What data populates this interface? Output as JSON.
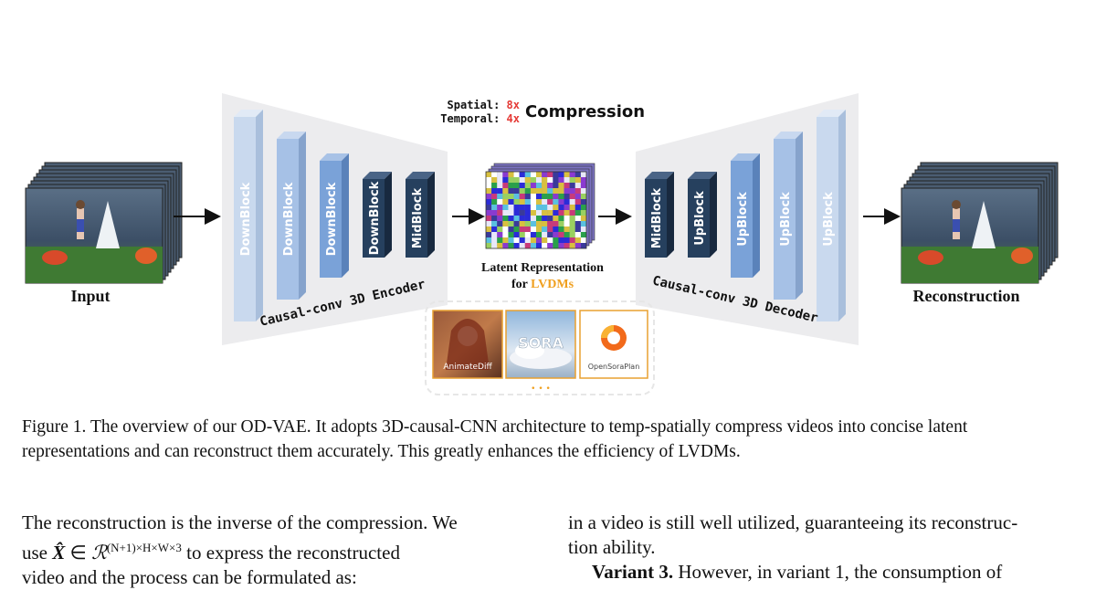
{
  "figure": {
    "input_label": "Input",
    "reconstruction_label": "Reconstruction",
    "encoder": {
      "title": "Causal-conv 3D Encoder",
      "blocks": [
        "DownBlock",
        "DownBlock",
        "DownBlock",
        "DownBlock",
        "MidBlock"
      ]
    },
    "decoder": {
      "title": "Causal-conv 3D Decoder",
      "blocks": [
        "MidBlock",
        "UpBlock",
        "UpBlock",
        "UpBlock",
        "UpBlock"
      ]
    },
    "compression": {
      "spatial_label": "Spatial:",
      "spatial_value": "8x",
      "temporal_label": "Temporal:",
      "temporal_value": "4x",
      "title": "Compression"
    },
    "latent": {
      "line1": "Latent Representation",
      "line2_prefix": "for ",
      "line2_highlight": "LVDMs"
    },
    "models": [
      "AnimateDiff",
      "SORA",
      "OpenSoraPlan"
    ],
    "ellipsis": "• • •",
    "colors": {
      "accent_red": "#e53935",
      "accent_orange": "#f0a020",
      "panel_gray": "#ececee",
      "block_dark": "#26405e",
      "block_mid": "#7aa2d8",
      "block_light": "#c9d9ee"
    }
  },
  "caption": {
    "label": "Figure 1.",
    "text": "The overview of our OD-VAE. It adopts 3D-causal-CNN architecture to temp-spatially compress videos into concise latent representations and can reconstruct them accurately. This greatly enhances the efficiency of LVDMs."
  },
  "body": {
    "left": {
      "line1": "The reconstruction is the inverse of the compression.  We",
      "line2_pre": "use ",
      "line2_var": "X̂",
      "line2_in": "∈",
      "line2_set": "ℛ",
      "line2_sup": "(N+1)×H×W×3",
      "line2_post": " to express the reconstructed",
      "line3": "video and the process can be formulated as:"
    },
    "right": {
      "line1": "in a video is still well utilized, guaranteeing its reconstruc-",
      "line2": "tion ability.",
      "line3_bold": "Variant 3.",
      "line3_rest": "  However, in variant 1, the consumption of"
    }
  }
}
